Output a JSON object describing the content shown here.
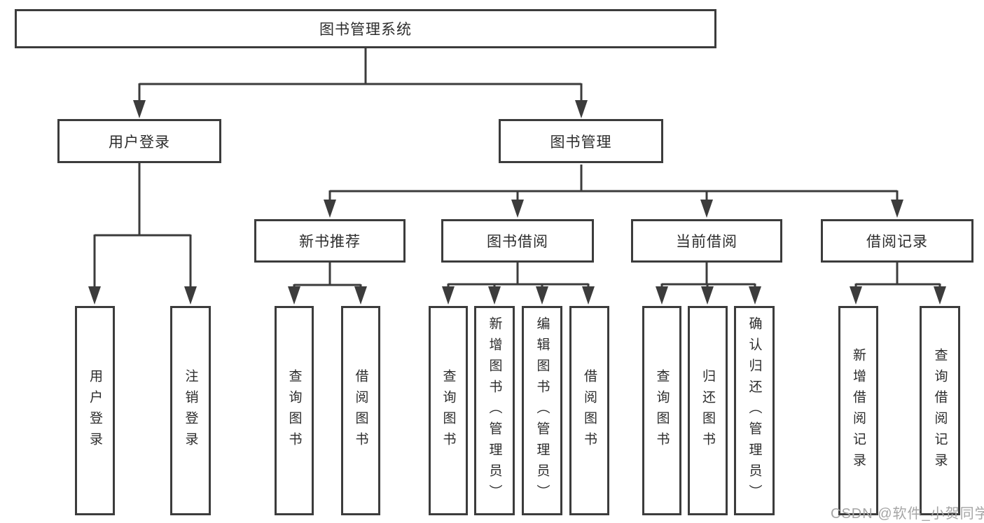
{
  "diagram": {
    "root": {
      "label": "图书管理系统"
    },
    "level2": [
      {
        "label": "用户登录"
      },
      {
        "label": "图书管理"
      }
    ],
    "user_login_children": [
      {
        "label": "用户登录"
      },
      {
        "label": "注销登录"
      }
    ],
    "sections": [
      {
        "label": "新书推荐",
        "children": [
          {
            "label": "查询图书"
          },
          {
            "label": "借阅图书"
          }
        ]
      },
      {
        "label": "图书借阅",
        "children": [
          {
            "label": "查询图书"
          },
          {
            "label": "新增图书（管理员）"
          },
          {
            "label": "编辑图书（管理员）"
          },
          {
            "label": "借阅图书"
          }
        ]
      },
      {
        "label": "当前借阅",
        "children": [
          {
            "label": "查询图书"
          },
          {
            "label": "归还图书"
          },
          {
            "label": "确认归还（管理员）"
          }
        ]
      },
      {
        "label": "借阅记录",
        "children": [
          {
            "label": "新增借阅记录"
          },
          {
            "label": "查询借阅记录"
          }
        ]
      }
    ]
  },
  "watermark": {
    "text": "CSDN @软件_小贺同学"
  },
  "colors": {
    "line": "#3c3c3c",
    "text": "#2c2c2c",
    "background": "#ffffff",
    "watermark": "#a5a5a5"
  }
}
